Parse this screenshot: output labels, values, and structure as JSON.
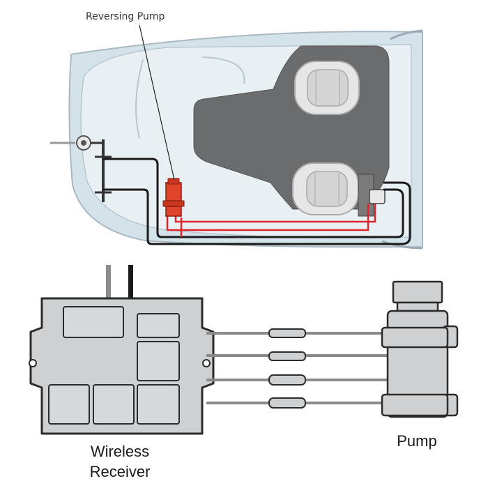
{
  "labels": {
    "reversing_pump": "Reversing Pump",
    "receiver_line1": "Wireless",
    "receiver_line2": "Receiver",
    "pump": "Pump"
  },
  "colors": {
    "hull": "#d4e2ea",
    "deck": "#e9f0f4",
    "cockpit": "#6b6c6e",
    "hose": "#1a1a1a",
    "red_line": "#e0242b",
    "pump_orange": "#e0442a",
    "device_gray": "#cfd0d1",
    "device_stroke": "#2b2b2b",
    "wire_gray": "#8a8a8a"
  }
}
